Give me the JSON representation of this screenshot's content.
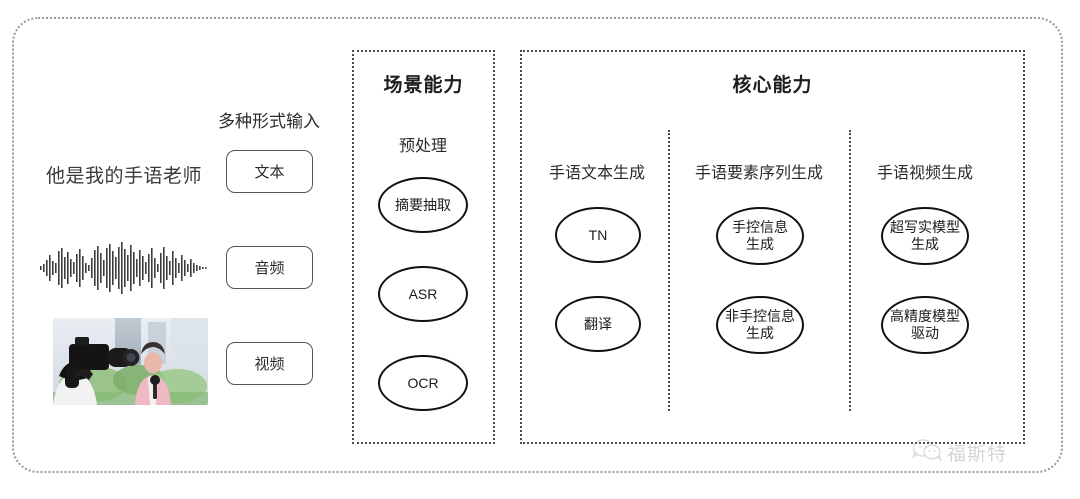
{
  "diagram": {
    "title_hidden": "",
    "input_column": {
      "header": "多种形式输入",
      "sentence": "他是我的手语老师",
      "modalities": [
        {
          "label": "文本",
          "icon": "text-icon"
        },
        {
          "label": "音频",
          "icon": "waveform-icon"
        },
        {
          "label": "视频",
          "icon": "video-thumbnail-icon"
        }
      ],
      "video_caption": ""
    },
    "scene_panel": {
      "title": "场景能力",
      "group_label": "预处理",
      "nodes": [
        "摘要抽取",
        "ASR",
        "OCR"
      ]
    },
    "core_panel": {
      "title": "核心能力",
      "groups": [
        {
          "label": "手语文本生成",
          "nodes": [
            {
              "line1": "TN",
              "line2": ""
            },
            {
              "line1": "翻译",
              "line2": ""
            }
          ]
        },
        {
          "label": "手语要素序列生成",
          "nodes": [
            {
              "line1": "手控信息",
              "line2": "生成"
            },
            {
              "line1": "非手控信息",
              "line2": "生成"
            }
          ]
        },
        {
          "label": "手语视频生成",
          "nodes": [
            {
              "line1": "超写实模型",
              "line2": "生成"
            },
            {
              "line1": "高精度模型",
              "line2": "驱动"
            }
          ]
        }
      ]
    },
    "watermark": {
      "text": "福斯特",
      "icon": "wechat-icon"
    },
    "colors": {
      "frame_dotted": "#9a9a9a",
      "panel_dotted": "#4a4a4a",
      "node_stroke": "#111111",
      "button_stroke": "#555555",
      "text": "#2b2b2b",
      "background": "#ffffff"
    }
  }
}
